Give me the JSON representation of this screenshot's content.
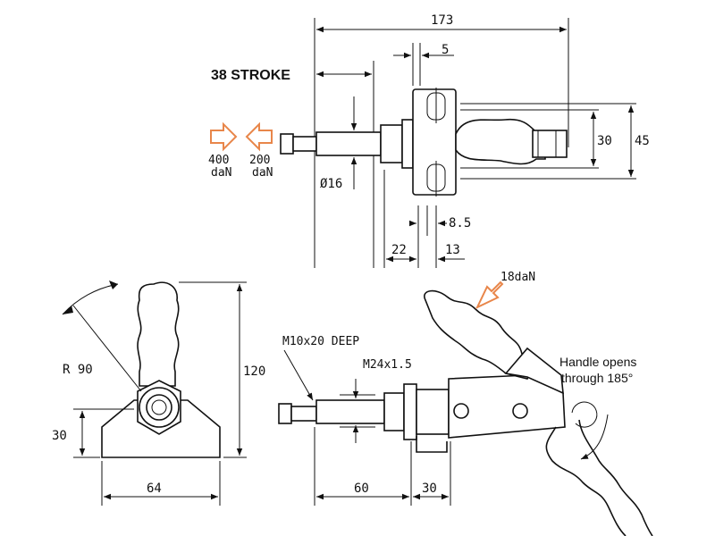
{
  "top_view": {
    "overall_length": "173",
    "stroke_label": "38 STROKE",
    "flange_thickness": "5",
    "mount_spacing_inner": "30",
    "mount_spacing_outer": "45",
    "plunger_diameter": "Ø16",
    "offset_a": "22",
    "offset_b": "8.5",
    "offset_c": "13"
  },
  "forces": {
    "pull_force": "400",
    "pull_unit": "daN",
    "push_force": "200",
    "push_unit": "daN",
    "handle_force": "18daN"
  },
  "side_view": {
    "radius_label": "R 90",
    "height": "120",
    "base_height": "30",
    "base_width": "64"
  },
  "front_view": {
    "thread_deep": "M10x20 DEEP",
    "thread_main": "M24x1.5",
    "plunger_extension": "60",
    "base_offset": "30",
    "handle_note_line1": "Handle opens",
    "handle_note_line2": "through 185°"
  },
  "colors": {
    "force_arrow": "#e8864a",
    "line": "#111111"
  }
}
